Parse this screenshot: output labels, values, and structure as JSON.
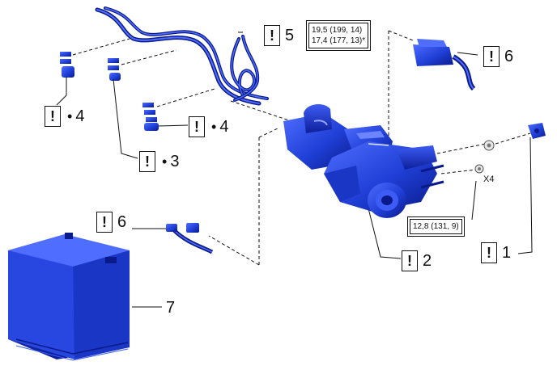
{
  "warning_symbol": "!",
  "callouts": [
    {
      "id": "c5",
      "number": "5",
      "bullet": ""
    },
    {
      "id": "c6a",
      "number": "6",
      "bullet": ""
    },
    {
      "id": "c4a",
      "number": "4",
      "bullet": "•"
    },
    {
      "id": "c4b",
      "number": "4",
      "bullet": "•"
    },
    {
      "id": "c3",
      "number": "3",
      "bullet": "•"
    },
    {
      "id": "c6b",
      "number": "6",
      "bullet": ""
    },
    {
      "id": "c2",
      "number": "2",
      "bullet": ""
    },
    {
      "id": "c1",
      "number": "1",
      "bullet": ""
    }
  ],
  "labels": {
    "battery_number": "7",
    "quantity": "X4"
  },
  "torque_specs": {
    "upper": {
      "line1": "19,5 (199, 14)",
      "line2": "17,4 (177, 13)*"
    },
    "lower": {
      "line1": "12,8 (131, 9)"
    }
  },
  "colors": {
    "part_blue": "#1f3fd6",
    "part_dark": "#0a1a8a",
    "part_light": "#5a78ff",
    "line": "#111111"
  }
}
